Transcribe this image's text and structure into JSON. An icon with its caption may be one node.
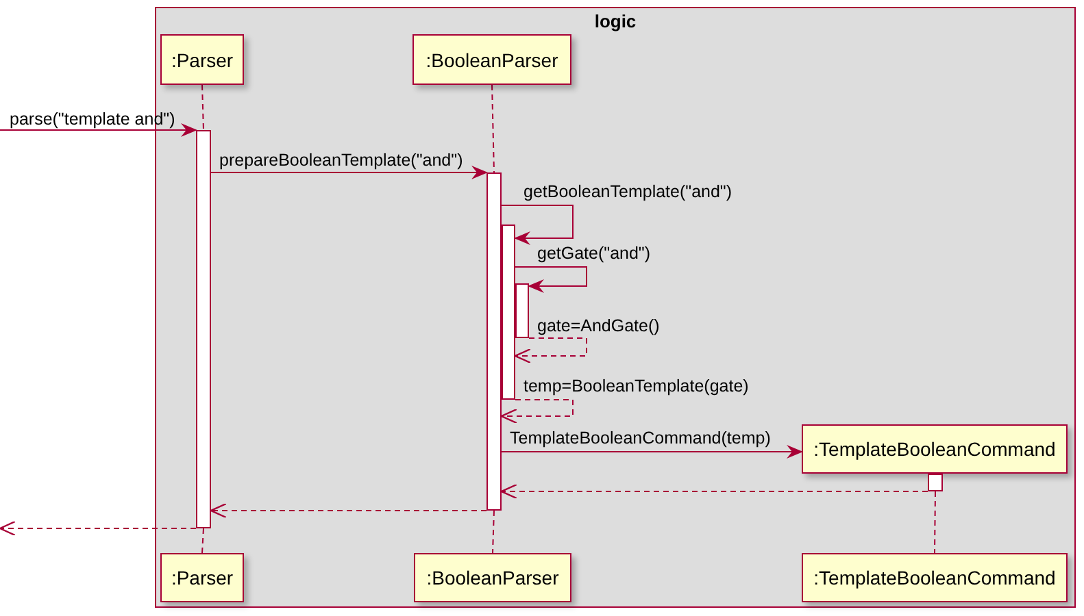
{
  "diagram": {
    "nodes": [
      {
        "text": [
          "logic"
        ]
      },
      {
        "text": [
          ":Parser"
        ],
        "in": 0
      },
      {
        "text": [
          ":BooleanParser"
        ],
        "in": 0
      },
      {
        "text": [],
        "shape": "bar",
        "in": 0
      },
      {
        "text": [],
        "shape": "bar",
        "in": 0
      },
      {
        "text": [],
        "shape": "bar",
        "in": 0
      },
      {
        "text": [],
        "shape": "bar",
        "in": 0
      },
      {
        "text": [
          ":TemplateBooleanCommand"
        ],
        "in": 0
      },
      {
        "text": [],
        "shape": "bar",
        "in": 0
      },
      {
        "text": [
          ":Parser"
        ],
        "in": 0
      },
      {
        "text": [
          ":BooleanParser"
        ],
        "in": 0
      },
      {
        "text": [
          ":TemplateBooleanCommand"
        ],
        "in": 0
      }
    ],
    "edges": [
      {
        "from": null,
        "to": 3,
        "arrow": "to",
        "label": "parse(\"template and\")"
      },
      {
        "from": 3,
        "to": 4,
        "arrow": "to",
        "label": "prepareBooleanTemplate(\"and\")"
      },
      {
        "from": 4,
        "to": 5,
        "arrow": "to",
        "label": "getBooleanTemplate(\"and\")"
      },
      {
        "from": 5,
        "to": 6,
        "arrow": "to",
        "label": "getGate(\"and\")"
      },
      {
        "from": 6,
        "to": 5,
        "arrow": "to",
        "label": "gate=AndGate()",
        "style": "dashed"
      },
      {
        "from": 5,
        "to": 4,
        "arrow": "to",
        "label": "temp=BooleanTemplate(gate)",
        "style": "dashed"
      },
      {
        "from": 4,
        "to": 7,
        "arrow": "to",
        "label": "TemplateBooleanCommand(temp)"
      },
      {
        "from": 8,
        "to": 4,
        "arrow": "to",
        "style": "dashed"
      },
      {
        "from": 4,
        "to": 3,
        "arrow": "to",
        "style": "dashed"
      },
      {
        "from": 3,
        "to": null,
        "arrow": "to",
        "style": "dashed"
      },
      {
        "from": 1,
        "to": 3,
        "arrow": "none",
        "style": "dashed"
      },
      {
        "from": 3,
        "to": 9,
        "arrow": "none",
        "style": "dashed"
      },
      {
        "from": 2,
        "to": 4,
        "arrow": "none",
        "style": "dashed"
      },
      {
        "from": 4,
        "to": 10,
        "arrow": "none",
        "style": "dashed"
      },
      {
        "from": 8,
        "to": 11,
        "arrow": "none",
        "style": "dashed"
      }
    ]
  }
}
